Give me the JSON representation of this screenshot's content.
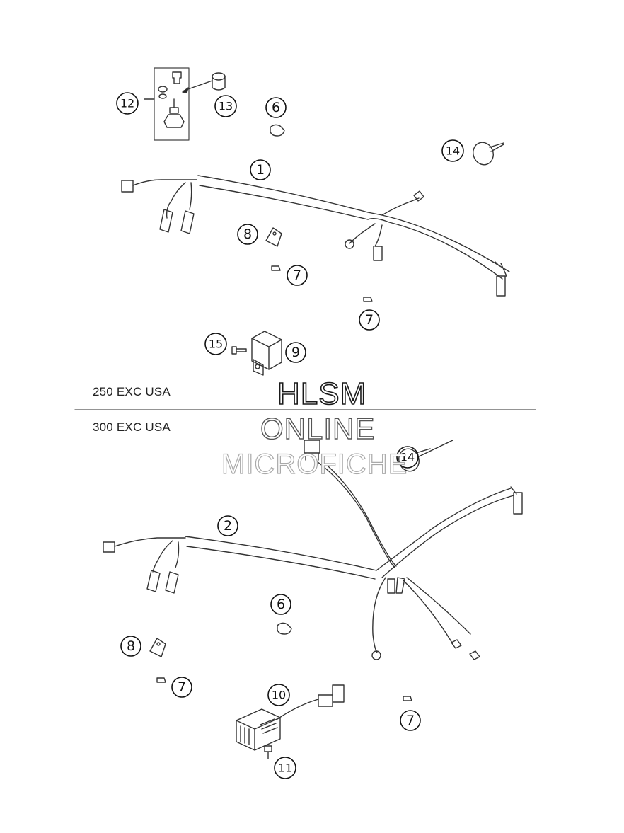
{
  "sections": {
    "top_model": "250 EXC USA",
    "bottom_model": "300 EXC USA"
  },
  "watermark": {
    "line1": "HLSM",
    "line2": "ONLINE",
    "line3": "MICROFICHE"
  },
  "callouts": {
    "c1": "1",
    "c2": "2",
    "c6a": "6",
    "c6b": "6",
    "c7a": "7",
    "c7b": "7",
    "c7c": "7",
    "c7d": "7",
    "c8a": "8",
    "c8b": "8",
    "c9": "9",
    "c10": "10",
    "c11": "11",
    "c12": "12",
    "c13": "13",
    "c14a": "14",
    "c14b": "14",
    "c15": "15"
  }
}
